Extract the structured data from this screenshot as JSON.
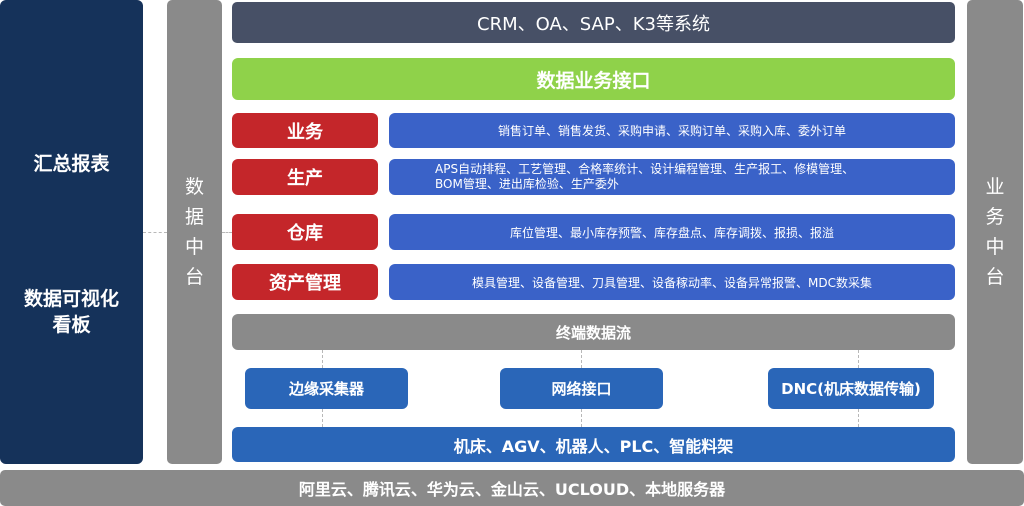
{
  "left_panel": {
    "summary_report": "汇总报表",
    "visualization_line1": "数据可视化",
    "visualization_line2": "看板"
  },
  "data_middle_platform": [
    "数",
    "据",
    "中",
    "台"
  ],
  "business_middle_platform": [
    "业",
    "务",
    "中",
    "台"
  ],
  "top_systems": "CRM、OA、SAP、K3等系统",
  "data_business_interface": "数据业务接口",
  "modules": [
    {
      "label": "业务",
      "desc_line1": "销售订单、销售发货、采购申请、采购订单、采购入库、委外订单",
      "desc_line2": ""
    },
    {
      "label": "生产",
      "desc_line1": "APS自动排程、工艺管理、合格率统计、设计编程管理、生产报工、修模管理、",
      "desc_line2": "BOM管理、进出库检验、生产委外"
    },
    {
      "label": "仓库",
      "desc_line1": "库位管理、最小库存预警、库存盘点、库存调拨、报损、报溢",
      "desc_line2": ""
    },
    {
      "label": "资产管理",
      "desc_line1": "模具管理、设备管理、刀具管理、设备稼动率、设备异常报警、MDC数采集",
      "desc_line2": ""
    }
  ],
  "terminal_data_flow": "终端数据流",
  "collectors": [
    "边缘采集器",
    "网络接口",
    "DNC(机床数据传输)"
  ],
  "devices": "机床、AGV、机器人、PLC、智能料架",
  "cloud_bar": "阿里云、腾讯云、华为云、金山云、UCLOUD、本地服务器"
}
